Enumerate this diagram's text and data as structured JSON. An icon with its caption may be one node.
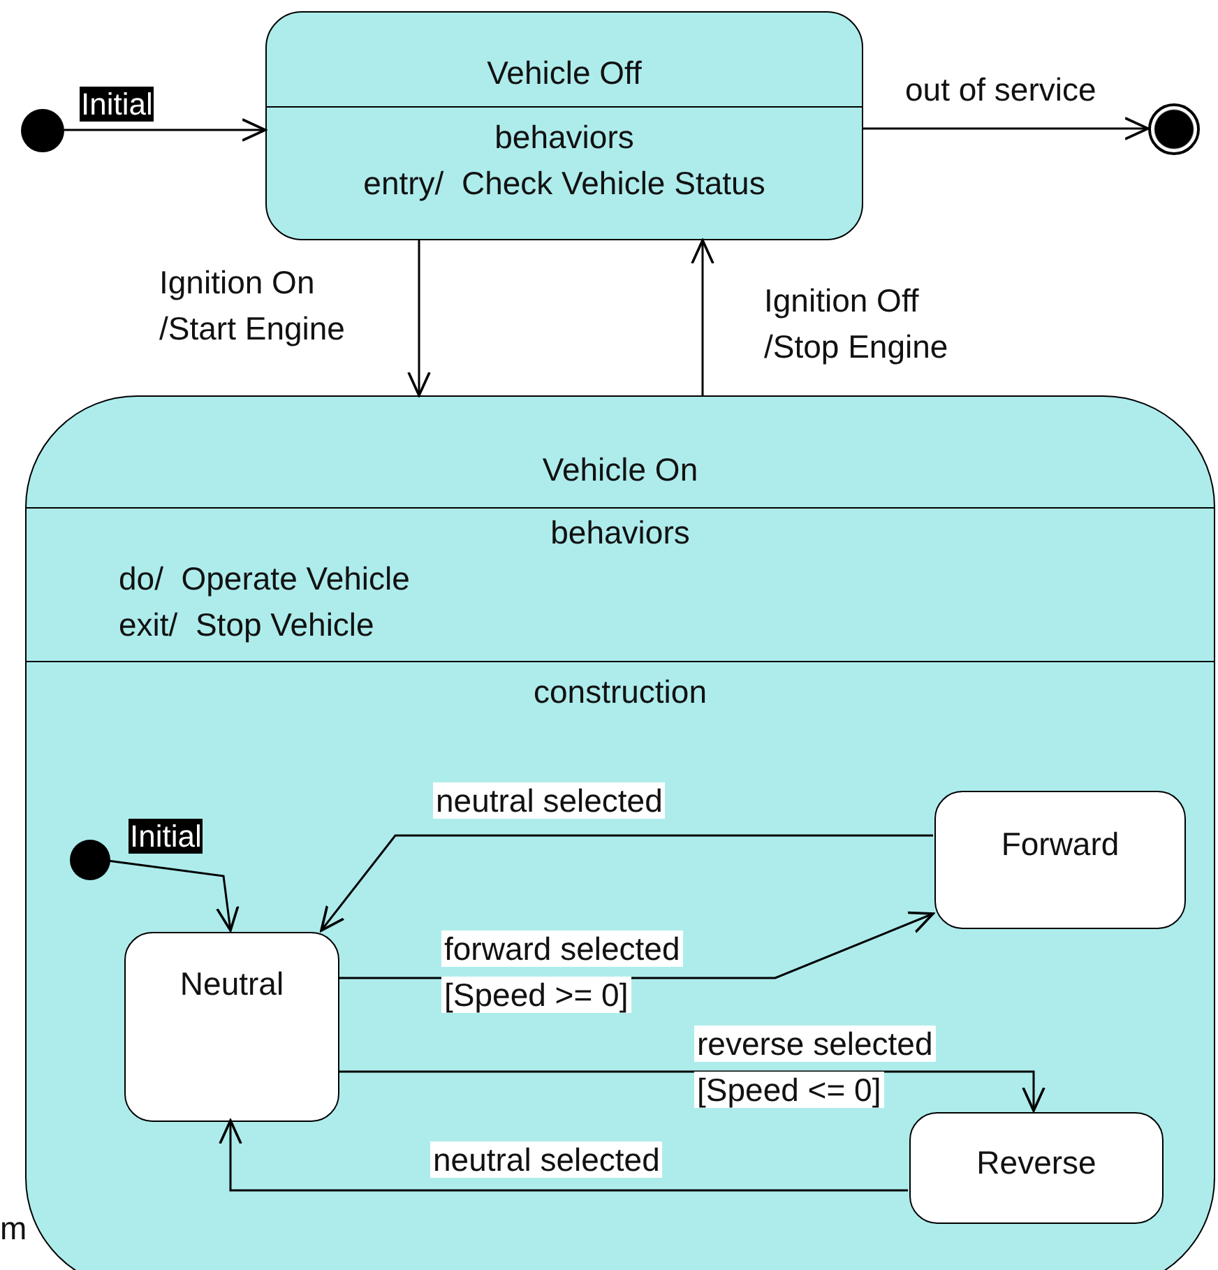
{
  "diagram": {
    "nodes": [
      {
        "text": [],
        "shape": "circle",
        "beside": [
          "Initial"
        ]
      },
      {
        "text": [
          "Vehicle Off",
          "behaviors",
          "entry/  Check Vehicle Status"
        ]
      },
      {
        "text": [],
        "shape": "circle"
      },
      {
        "text": [
          "Vehicle On",
          "behaviors",
          "do/  Operate Vehicle",
          "exit/  Stop Vehicle",
          "construction"
        ]
      },
      {
        "text": [],
        "shape": "circle",
        "beside": [
          "Initial"
        ],
        "in": 3
      },
      {
        "text": [
          "Neutral"
        ],
        "in": 3
      },
      {
        "text": [
          "Forward"
        ],
        "in": 3
      },
      {
        "text": [
          "Reverse"
        ],
        "in": 3
      }
    ],
    "edges": [
      {
        "from": 0,
        "to": 1,
        "arrow": "to"
      },
      {
        "from": 1,
        "to": 2,
        "arrow": "to",
        "label": "out of service"
      },
      {
        "from": 1,
        "to": 3,
        "arrow": "to",
        "label": "Ignition On /Start Engine"
      },
      {
        "from": 3,
        "to": 1,
        "arrow": "to",
        "label": "Ignition Off /Stop Engine"
      },
      {
        "from": 4,
        "to": 5,
        "arrow": "to"
      },
      {
        "from": 6,
        "to": 5,
        "arrow": "to",
        "label": "neutral selected"
      },
      {
        "from": 5,
        "to": 6,
        "arrow": "to",
        "label": "forward selected [Speed >= 0]"
      },
      {
        "from": 5,
        "to": 7,
        "arrow": "to",
        "label": "reverse selected [Speed <= 0]"
      },
      {
        "from": 7,
        "to": 5,
        "arrow": "to",
        "label": "neutral selected"
      }
    ],
    "labels": [
      "m"
    ]
  }
}
